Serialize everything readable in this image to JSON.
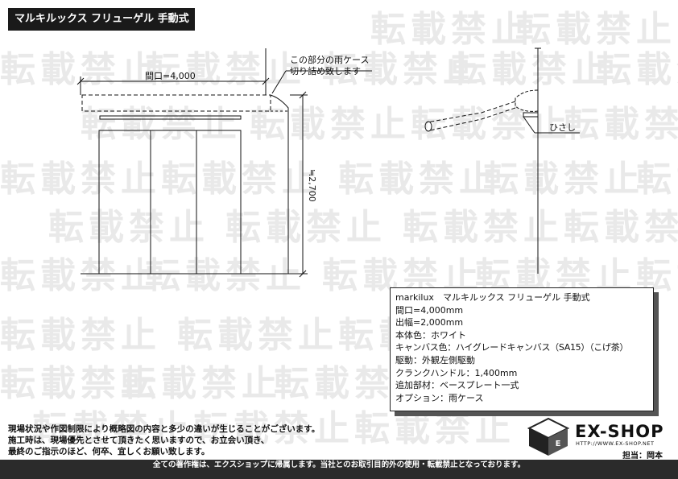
{
  "title": "マルキルックス フリューゲル 手動式",
  "watermark": "転載禁止",
  "labels": {
    "opening": "間口=4,000",
    "height": "≒2,700",
    "note_line1": "この部分の雨ケース",
    "note_line2": "切り詰め致します",
    "hisashi": "ひさし"
  },
  "spec": [
    "markilux　マルキルックス フリューゲル 手動式",
    "間口=4,000mm",
    "出幅=2,000mm",
    "本体色：ホワイト",
    "キャンバス色：ハイグレードキャンバス（SA15）（こげ茶）",
    "駆動：外観左側駆動",
    "クランクハンドル：1,400mm",
    "追加部材：ベースプレート一式",
    "オプション：雨ケース"
  ],
  "notes": [
    "現場状況や作図制限により概略図の内容と多少の違いが生じることがございます。",
    "施工時は、現場優先とさせて頂きたく思いますので、お立会い頂き、",
    "最終のご指示のほど、何卒、宜しくお願い致します。"
  ],
  "brand": {
    "name": "EX-SHOP",
    "url": "HTTP://WWW.EX-SHOP.NET",
    "staff": "担当：岡本"
  },
  "footer": "全ての著作権は、エクスショップに帰属します。当社とのお取引目的外の使用・転載禁止となっております。",
  "icons": [
    "cube-logo-icon"
  ]
}
